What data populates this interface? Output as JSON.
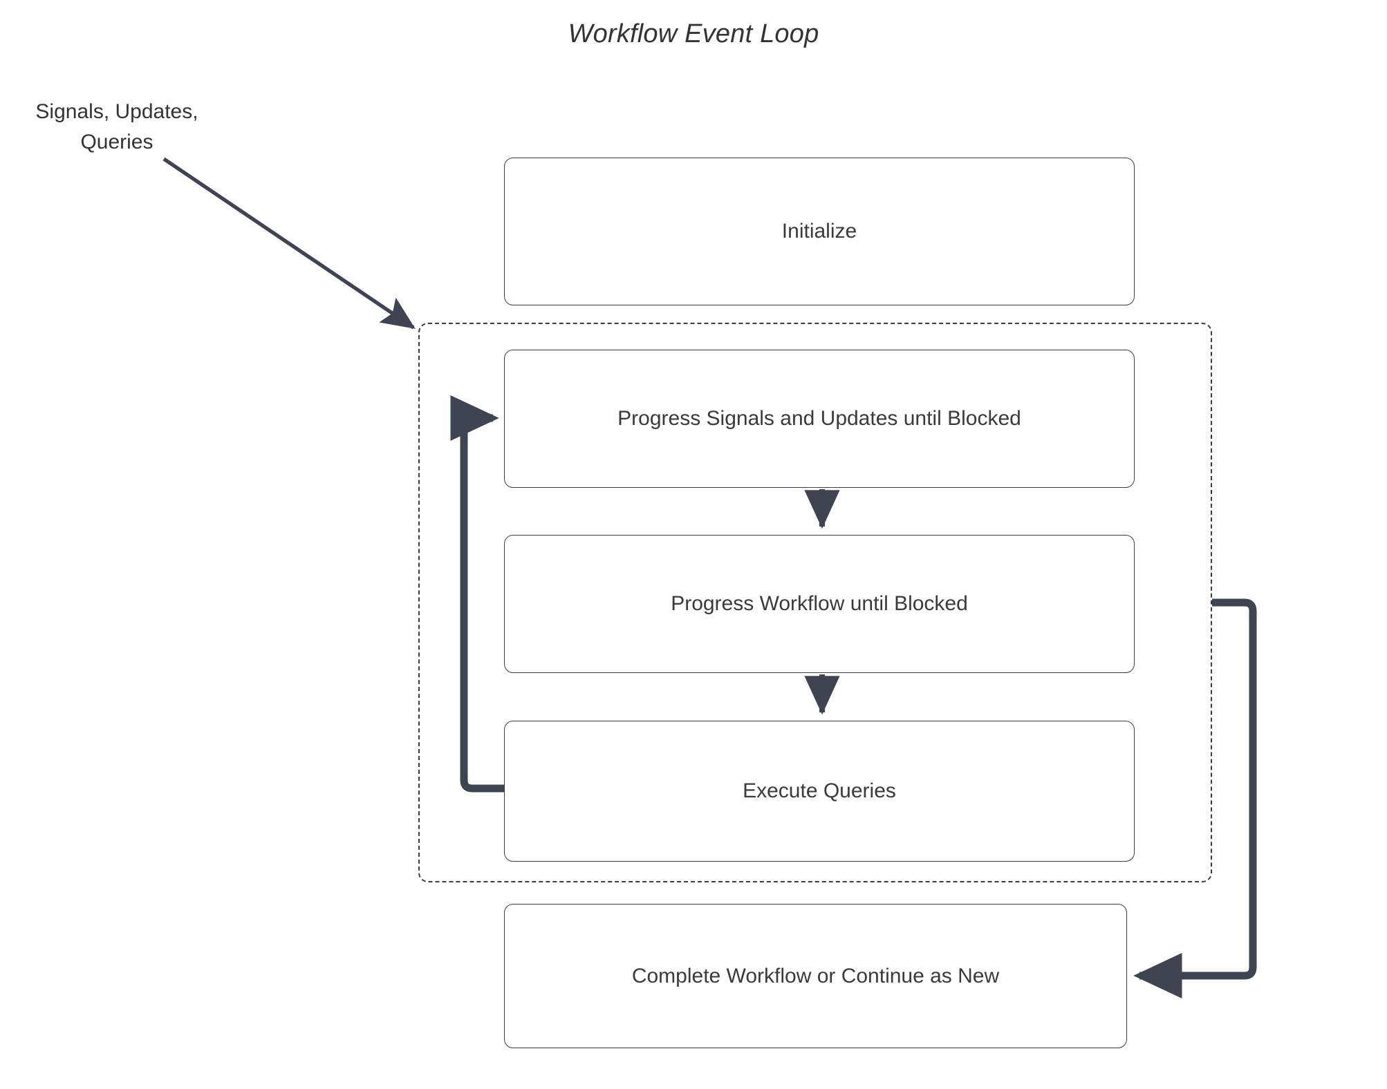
{
  "diagram": {
    "title": "Workflow Event Loop",
    "type": "flowchart",
    "background_color": "#ffffff",
    "node_border_color": "#3d3d3d",
    "edge_color": "#3f4450",
    "text_color": "#333333",
    "external_label": "Signals, Updates,\nQueries",
    "nodes": [
      {
        "id": "initialize",
        "label": "Initialize"
      },
      {
        "id": "progress-signals",
        "label": "Progress Signals and Updates until Blocked"
      },
      {
        "id": "progress-workflow",
        "label": "Progress Workflow until Blocked"
      },
      {
        "id": "execute-queries",
        "label": "Execute Queries"
      },
      {
        "id": "complete",
        "label": "Complete Workflow or Continue as New"
      }
    ],
    "cluster": {
      "id": "loop",
      "style": "dashed",
      "label": ""
    },
    "edges": [
      {
        "from": "external-input",
        "to": "loop",
        "label": "",
        "style": "solid-arrow-diagonal"
      },
      {
        "from": "progress-signals",
        "to": "progress-workflow",
        "label": "",
        "style": "solid-arrow-down"
      },
      {
        "from": "progress-workflow",
        "to": "execute-queries",
        "label": "",
        "style": "solid-arrow-down"
      },
      {
        "from": "execute-queries",
        "to": "progress-signals",
        "label": "",
        "style": "loop-back-left"
      },
      {
        "from": "loop",
        "to": "complete",
        "label": "",
        "style": "loop-right-down"
      }
    ]
  }
}
